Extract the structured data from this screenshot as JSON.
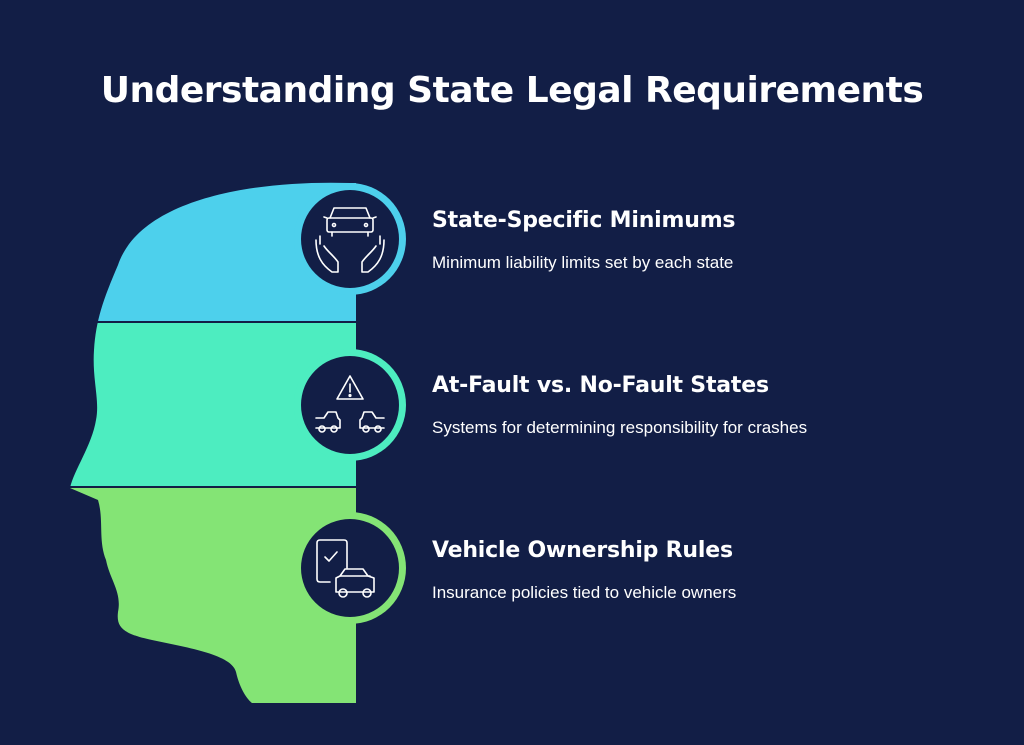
{
  "title": "Understanding State Legal Requirements",
  "colors": {
    "background": "#121e46",
    "band_top": "#4dd0ec",
    "band_middle": "#4dedc0",
    "band_bottom": "#84e475",
    "icon_circle": "#121e46",
    "icon_stroke": "#ffffff"
  },
  "items": [
    {
      "title": "State-Specific Minimums",
      "description": "Minimum liability limits set by each state",
      "icon": "car-in-hands-icon"
    },
    {
      "title": "At-Fault vs. No-Fault States",
      "description": "Systems for determining responsibility for crashes",
      "icon": "warning-cars-icon"
    },
    {
      "title": "Vehicle Ownership Rules",
      "description": "Insurance policies tied to vehicle owners",
      "icon": "document-car-icon"
    }
  ]
}
